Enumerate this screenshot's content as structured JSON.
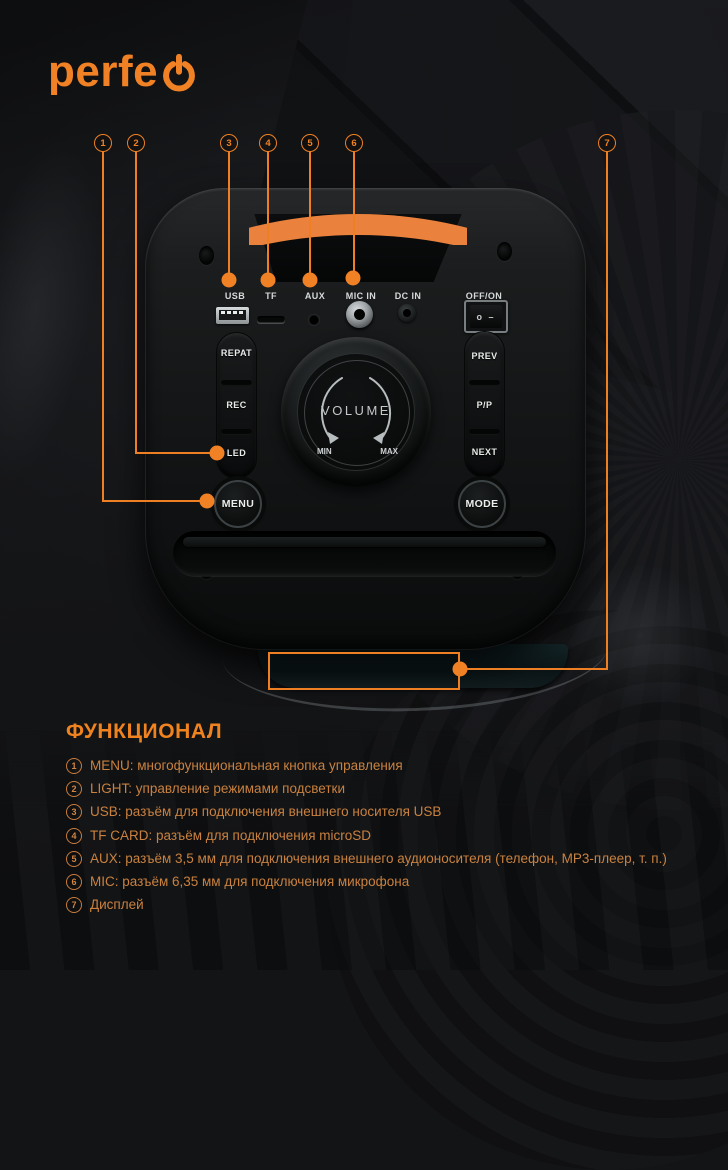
{
  "brand": {
    "logo_text": "perfe",
    "logo_icon": "power-icon",
    "accent_color": "#f08124"
  },
  "callouts": {
    "numbers": [
      "1",
      "2",
      "3",
      "4",
      "5",
      "6",
      "7"
    ]
  },
  "device": {
    "port_labels": [
      "USB",
      "TF",
      "AUX",
      "MIC IN",
      "DC IN",
      "OFF/ON"
    ],
    "switch_marks": "o –",
    "left_buttons": [
      "REPAT",
      "REC",
      "LED"
    ],
    "menu_label": "MENU",
    "right_buttons": [
      "PREV",
      "P/P",
      "NEXT"
    ],
    "mode_label": "MODE",
    "volume": {
      "label": "VOLUME",
      "min": "MIN",
      "max": "MAX"
    }
  },
  "legend": {
    "title": "ФУНКЦИОНАЛ",
    "items": [
      {
        "num": "1",
        "text": "MENU: многофункциональная кнопка управления"
      },
      {
        "num": "2",
        "text": "LIGHT: управление режимами подсветки"
      },
      {
        "num": "3",
        "text": "USB: разъём для подключения внешнего носителя USB"
      },
      {
        "num": "4",
        "text": "TF CARD: разъём для подключения microSD"
      },
      {
        "num": "5",
        "text": "AUX: разъём 3,5 мм для подключения внешнего аудионосителя (телефон, MP3-плеер, т. п.)"
      },
      {
        "num": "6",
        "text": "MIC: разъём 6,35 мм для подключения микрофона"
      },
      {
        "num": "7",
        "text": "Дисплей"
      }
    ]
  },
  "colors": {
    "accent": "#ef8123",
    "legend_text": "#c9813f",
    "heading": "#f0831f",
    "led_strip": "#ea813d"
  }
}
